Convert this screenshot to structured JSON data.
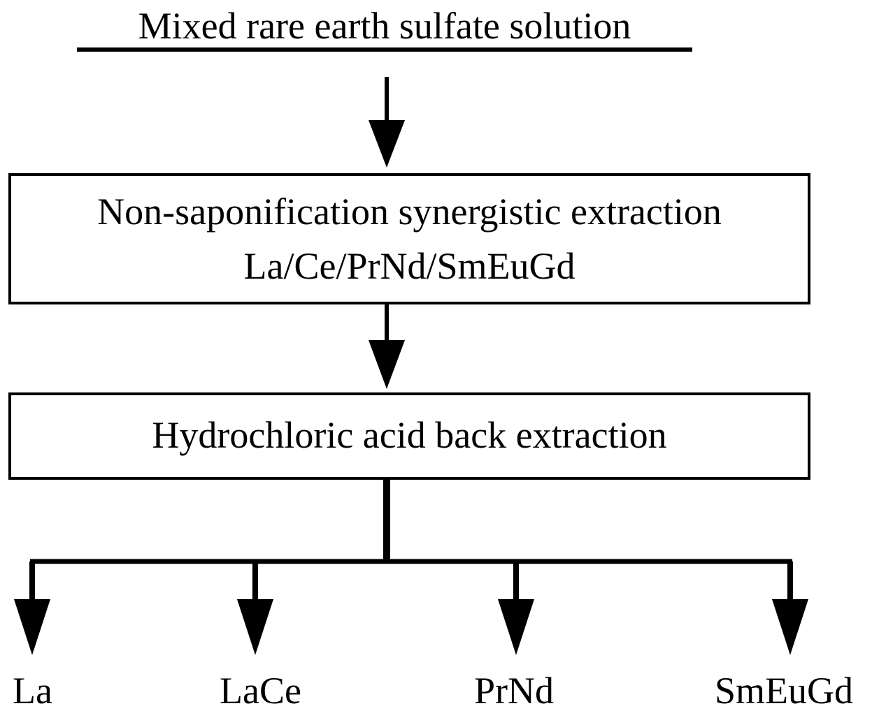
{
  "diagram": {
    "source_label": "Mixed rare earth sulfate solution",
    "step1": {
      "line1": "Non-saponification synergistic extraction",
      "line2": "La/Ce/PrNd/SmEuGd"
    },
    "step2": {
      "line1": "Hydrochloric acid back extraction"
    },
    "outputs": [
      "La",
      "LaCe",
      "PrNd",
      "SmEuGd"
    ]
  },
  "colors": {
    "stroke": "#000000",
    "background": "#ffffff"
  }
}
